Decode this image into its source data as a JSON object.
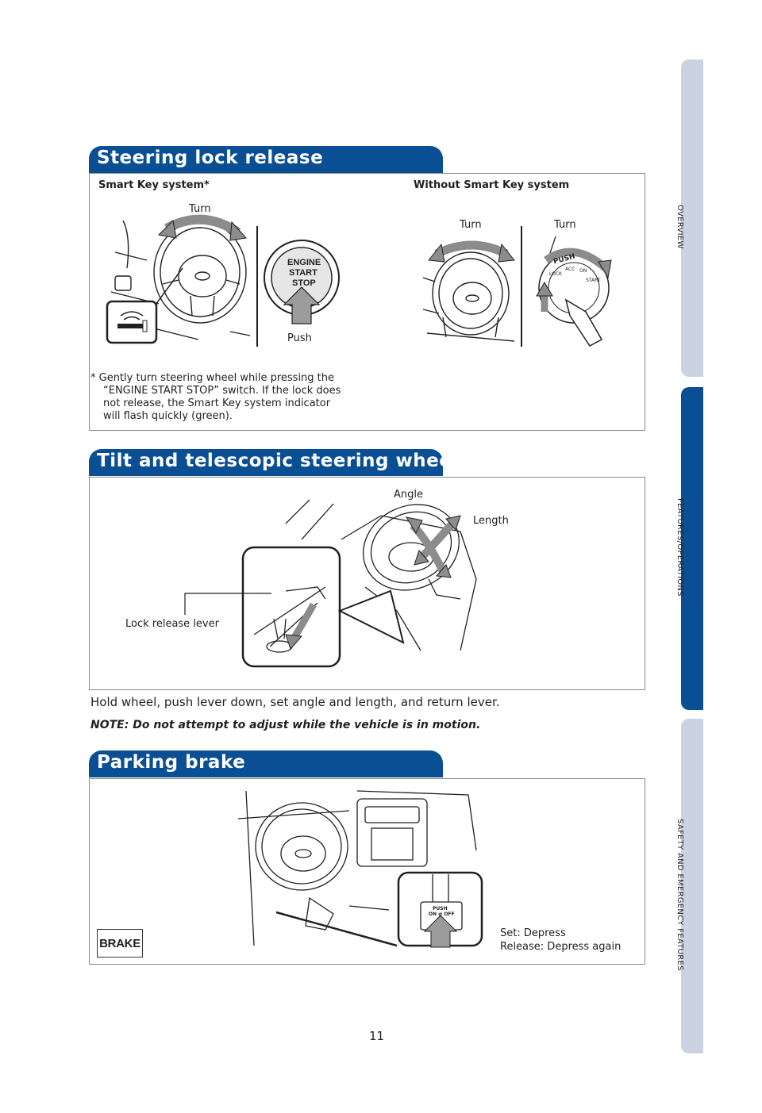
{
  "side_tabs": [
    {
      "label": "OVERVIEW",
      "active": false
    },
    {
      "label": "FEATURES/OPERATIONS",
      "active": true
    },
    {
      "label": "SAFETY AND EMERGENCY FEATURES",
      "active": false
    }
  ],
  "colors": {
    "accent": "#0a4f93",
    "tab_inactive": "#cbd3e3",
    "arrow_gray": "#9b9b9b"
  },
  "steering_lock": {
    "title": "Steering lock release",
    "smart_key_heading": "Smart Key system*",
    "without_heading": "Without Smart Key system",
    "turn_label": "Turn",
    "push_label": "Push",
    "turn_label_2": "Turn",
    "turn_label_3": "Turn",
    "button_text": [
      "ENGINE",
      "START",
      "STOP"
    ],
    "footnote": [
      "* Gently turn steering wheel while pressing the",
      "“ENGINE START STOP” switch. If the lock does",
      "not release, the Smart Key system indicator",
      "will flash quickly (green)."
    ],
    "ignition_text": [
      "PUSH",
      "LOCK",
      "ACC",
      "ON",
      "START"
    ]
  },
  "tilt": {
    "title": "Tilt and telescopic steering wheel",
    "angle_label": "Angle",
    "length_label": "Length",
    "lever_label": "Lock release lever",
    "instruction": "Hold wheel, push lever down, set angle and length, and return lever.",
    "note": "NOTE: Do not attempt to adjust while the vehicle is in motion."
  },
  "parking": {
    "title": "Parking brake",
    "brake_badge": "BRAKE",
    "pedal_text": [
      "PUSH",
      "ON ⇄ OFF"
    ],
    "set_label": "Set: Depress",
    "release_label": "Release: Depress again"
  },
  "page_number": "11"
}
